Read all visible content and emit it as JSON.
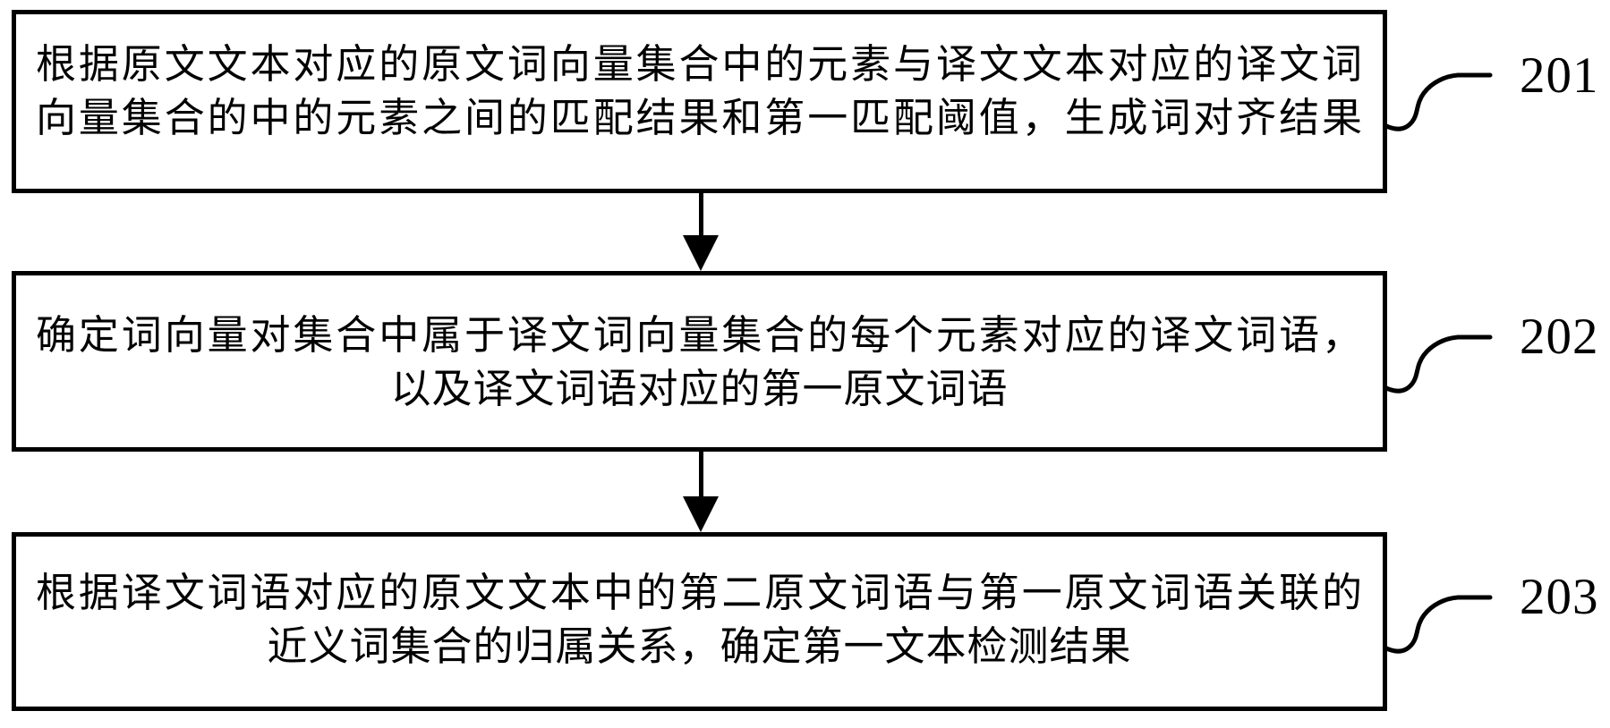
{
  "figure": {
    "type": "flowchart",
    "colors": {
      "line": "#000000",
      "background": "#ffffff",
      "text": "#000000"
    },
    "steps": [
      {
        "label": "201",
        "lines": [
          "根据原文文本对应的原文词向量集合中的元素与译文文本对应的译文词",
          "向量集合的中的元素之间的匹配结果和第一匹配阈值，生成词对齐结果"
        ]
      },
      {
        "label": "202",
        "lines": [
          "确定词向量对集合中属于译文词向量集合的每个元素对应的译文词语，",
          "以及译文词语对应的第一原文词语"
        ]
      },
      {
        "label": "203",
        "lines": [
          "根据译文词语对应的原文文本中的第二原文词语与第一原文词语关联的",
          "近义词集合的归属关系，确定第一文本检测结果"
        ]
      }
    ]
  }
}
